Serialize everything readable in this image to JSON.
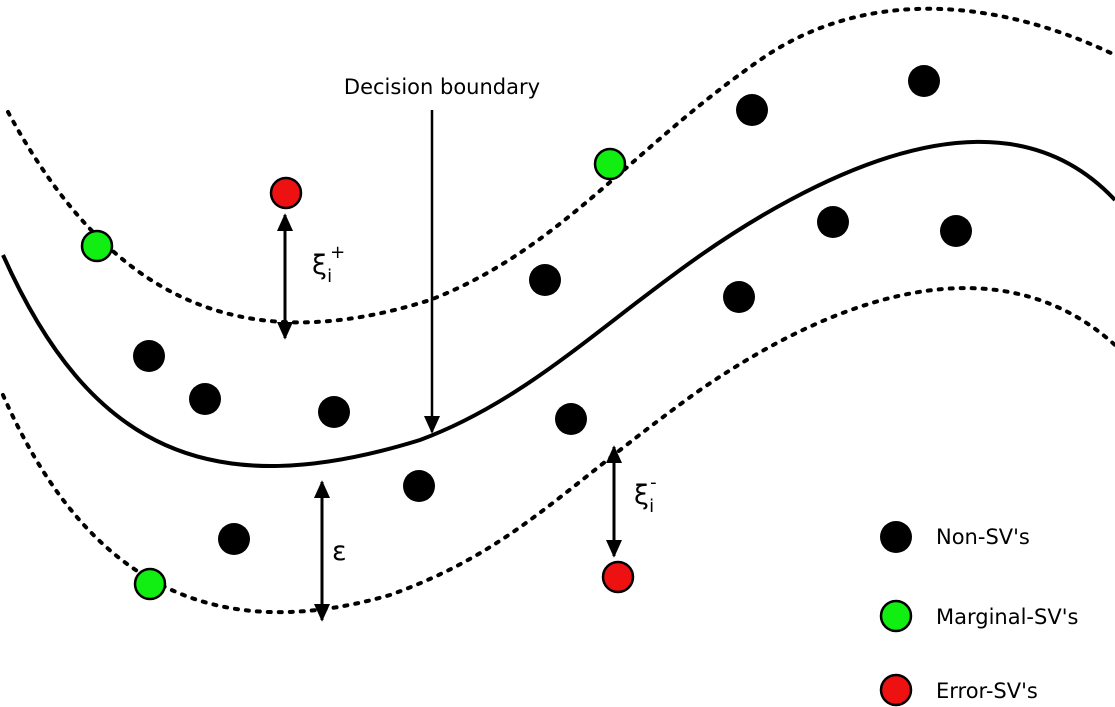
{
  "diagram": {
    "boundary_label": "Decision boundary",
    "epsilon_label": "ε",
    "xi_plus": {
      "base": "ξ",
      "sub": "i",
      "sup": "+"
    },
    "xi_minus": {
      "base": "ξ",
      "sub": "i",
      "sup": "-"
    }
  },
  "legend": {
    "items": [
      {
        "label": "Non-SV's",
        "color": "#000000"
      },
      {
        "label": "Marginal-SV's",
        "color": "#11ee11"
      },
      {
        "label": "Error-SV's",
        "color": "#ee1111"
      }
    ]
  },
  "colors": {
    "non_sv": "#000000",
    "marginal_sv": "#11ee11",
    "error_sv": "#ee1111",
    "stroke": "#000000"
  }
}
